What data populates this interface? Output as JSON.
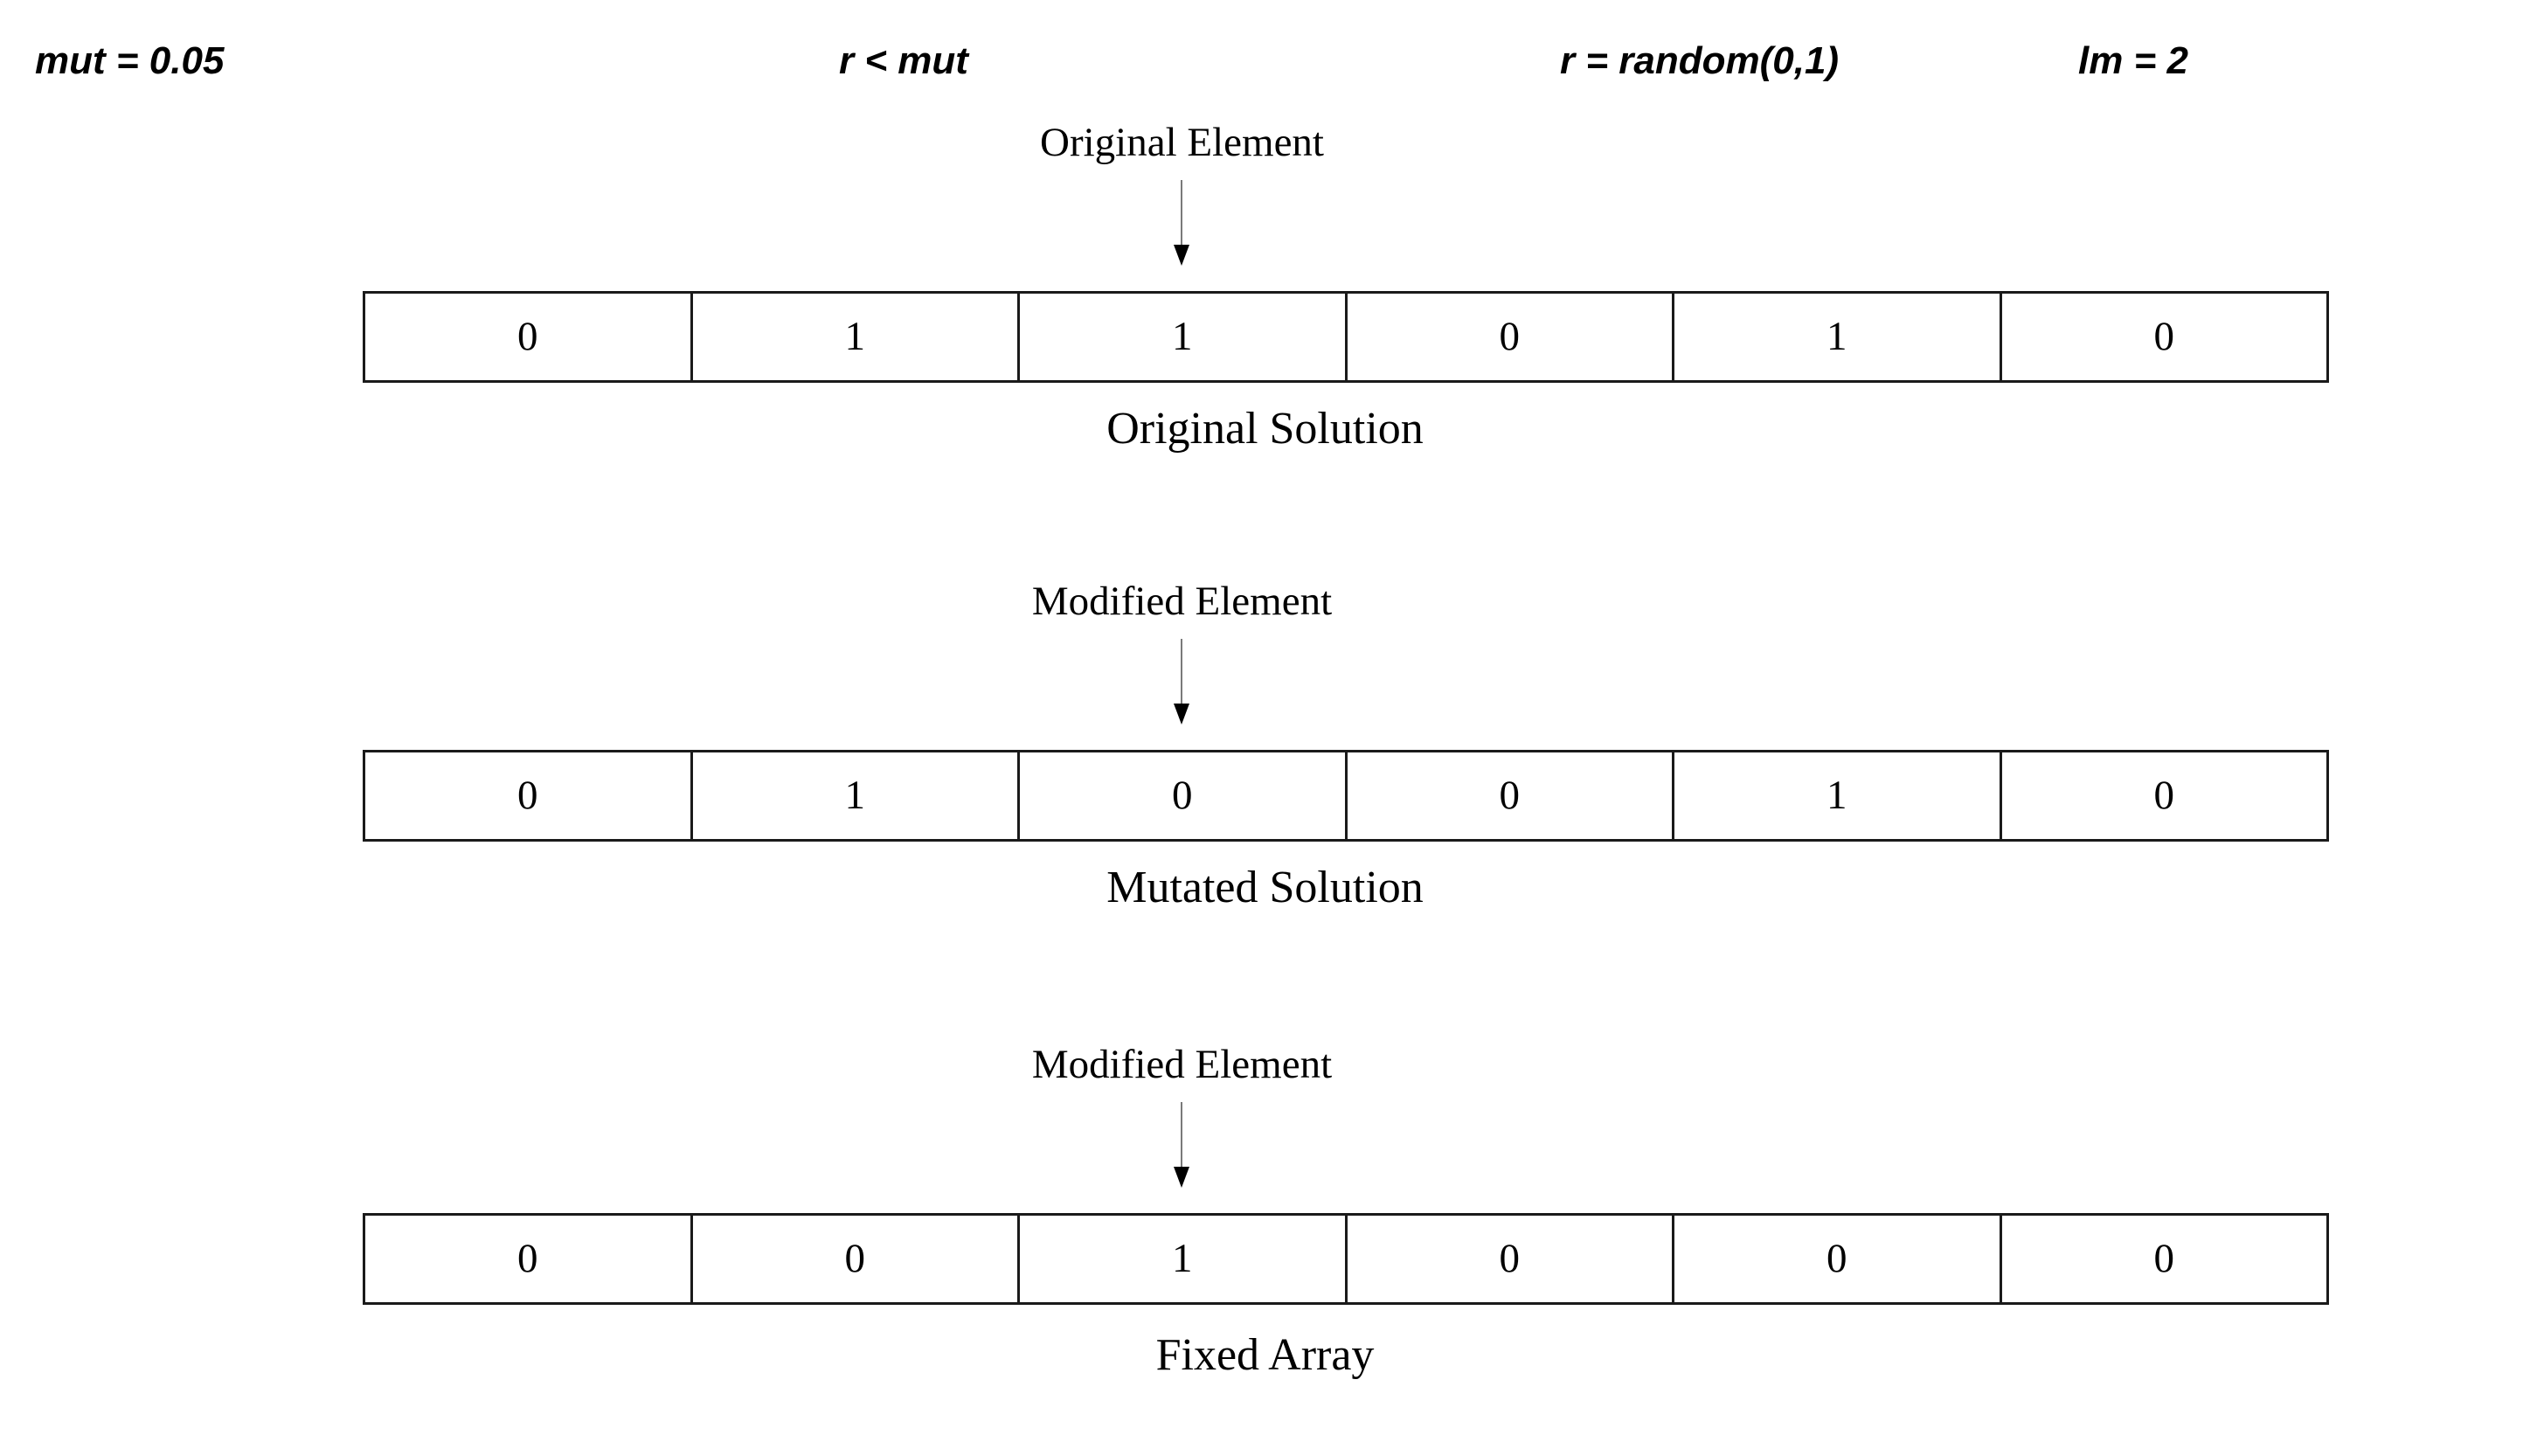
{
  "parameters": [
    {
      "text": "mut = 0.05"
    },
    {
      "text": "r < mut"
    },
    {
      "text": "r = random(0,1)"
    },
    {
      "text": "lm = 2"
    }
  ],
  "blocks": [
    {
      "pointer_label": "Original Element",
      "cells": [
        "0",
        "1",
        "1",
        "0",
        "1",
        "0"
      ],
      "caption": "Original Solution"
    },
    {
      "pointer_label": "Modified Element",
      "cells": [
        "0",
        "1",
        "0",
        "0",
        "1",
        "0"
      ],
      "caption": "Mutated Solution"
    },
    {
      "pointer_label": "Modified Element",
      "cells": [
        "0",
        "0",
        "1",
        "0",
        "0",
        "0"
      ],
      "caption": "Fixed Array"
    }
  ],
  "colors": {
    "background": "#ffffff",
    "border": "#1a1a1a",
    "text": "#000000",
    "arrow_shaft": "#7a7a7a",
    "arrow_head": "#000000"
  }
}
